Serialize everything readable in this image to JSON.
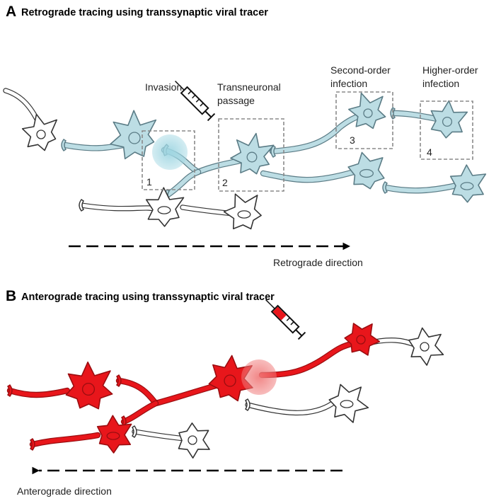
{
  "colors": {
    "retrograde_fill": "#bcdde4",
    "retrograde_stroke": "#5b7c86",
    "anterograde_fill": "#e8161b",
    "anterograde_stroke": "#9a0d10",
    "unlabeled_fill": "#ffffff",
    "unlabeled_stroke": "#333333",
    "injection_glow_a": "#9fd6e2",
    "injection_glow_b": "#f07a7a"
  },
  "panel_a": {
    "letter": "A",
    "title": "Retrograde tracing using transsynaptic viral tracer",
    "steps": [
      {
        "number": "1",
        "label_lines": [
          "Invasion"
        ]
      },
      {
        "number": "2",
        "label_lines": [
          "Transneuronal",
          "passage"
        ]
      },
      {
        "number": "3",
        "label_lines": [
          "Second-order",
          "infection"
        ]
      },
      {
        "number": "4",
        "label_lines": [
          "Higher-order",
          "infection"
        ]
      }
    ],
    "direction_label": "Retrograde direction",
    "injection_icon": "syringe-icon"
  },
  "panel_b": {
    "letter": "B",
    "title": "Anterograde tracing using transsynaptic viral tracer",
    "direction_label": "Anterograde direction",
    "injection_icon": "syringe-icon"
  }
}
